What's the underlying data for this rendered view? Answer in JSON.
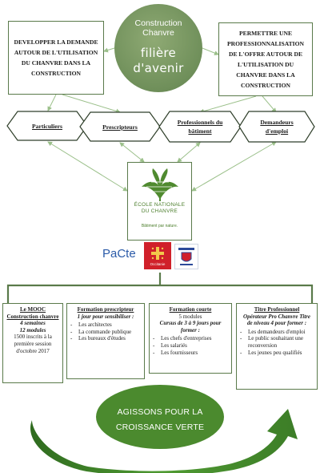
{
  "colors": {
    "green_dark": "#5a7a4a",
    "green_light": "#9bc08a",
    "circle": "#7b9a66",
    "arrow": "#4b8a2e"
  },
  "center_circle": {
    "line1": "Construction",
    "line2": "Chanvre",
    "line3": "filière",
    "line4": "d'avenir"
  },
  "top_left": {
    "text": "DEVELOPPER LA DEMANDE AUTOUR DE L'UTILISATION DU CHANVRE DANS LA CONSTRUCTION"
  },
  "top_right": {
    "text": "PERMETTRE UNE PROFESSIONNALISATION DE L'OFFRE AUTOUR DE L'UTILISATION DU CHANVRE DANS LA CONSTRUCTION"
  },
  "hexagons": [
    {
      "label": "Particuliers"
    },
    {
      "label": "Prescripteurs"
    },
    {
      "label": "Professionnels du bâtiment"
    },
    {
      "label": "Demandeurs d'emploi"
    }
  ],
  "logo": {
    "line1": "ÉCOLE NATIONALE",
    "line2": "DU CHANVRE",
    "tagline": "Bâtiment par nature."
  },
  "partners": [
    {
      "name": "PaCte",
      "icon": "pacte-logo"
    },
    {
      "name": "Occitanie",
      "icon": "occitanie-logo"
    },
    {
      "name": "regional-crest",
      "icon": "crest-logo"
    }
  ],
  "mooc": {
    "title": "Le MOOC Construction chanvre",
    "weeks": "4 semaines",
    "modules": "12 modules",
    "stats": "1500 inscrits à la première session d'octobre 2017"
  },
  "formation_prescripteur": {
    "title": "Formation prescripteur",
    "subtitle": "1 jour pour sensibiliser :",
    "items": [
      "Les architectes",
      "La commande publique",
      "Les bureaux d'études"
    ]
  },
  "formation_courte": {
    "title": "Formation courte",
    "modules": "5 modules",
    "subtitle": "Cursus de 3 à 9 jours pour former :",
    "items": [
      "Les chefs d'entreprises",
      "Les salariés",
      "Les fournisseurs"
    ]
  },
  "titre_pro": {
    "title": "Titre Professionnel",
    "subtitle": "Opérateur Pro Chanvre Titre de niveau 4 pour former :",
    "items": [
      "Les demandeurs d'emploi",
      "Le public souhaitant une reconversion",
      "Les jeunes peu qualifiés"
    ]
  },
  "bottom_arrow": {
    "line1": "AGISSONS POUR LA",
    "line2": "CROISSANCE VERTE"
  }
}
